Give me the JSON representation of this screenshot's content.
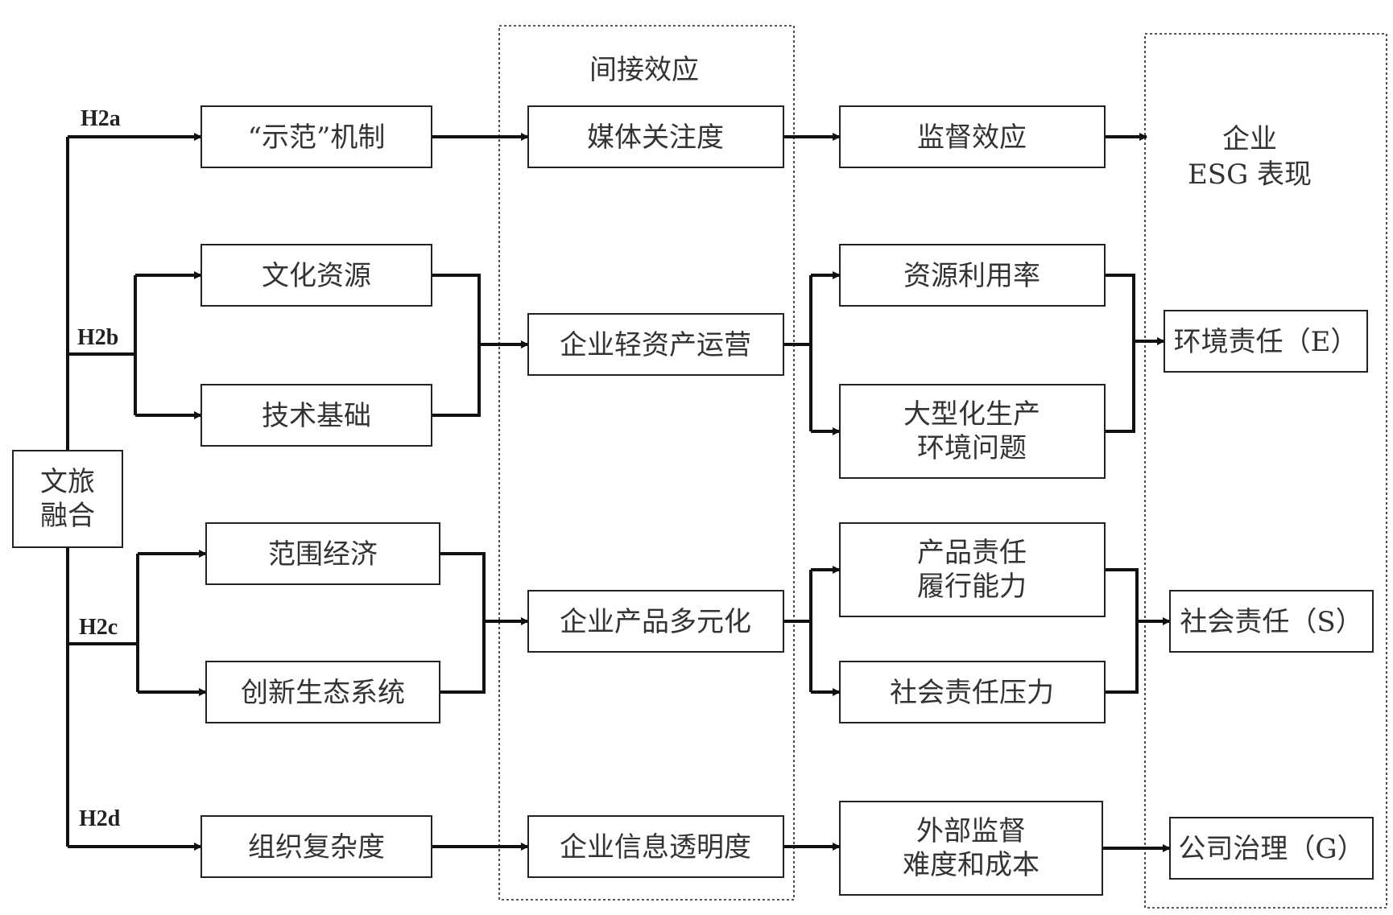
{
  "diagram": {
    "root": [
      "文旅",
      "融合"
    ],
    "hypotheses": {
      "a": "H2a",
      "b": "H2b",
      "c": "H2c",
      "d": "H2d"
    },
    "mechanisms": {
      "demo": "“示范”机制",
      "culture": "文化资源",
      "tech": "技术基础",
      "scope": "范围经济",
      "innovation": "创新生态系统",
      "org": "组织复杂度"
    },
    "indirect_effect": {
      "label": "间接效应",
      "media": "媒体关注度",
      "light_asset": "企业轻资产运营",
      "diversify": "企业产品多元化",
      "transparency": "企业信息透明度"
    },
    "outcomes": {
      "supervision": "监督效应",
      "resource_use": "资源利用率",
      "large_scale": [
        "大型化生产",
        "环境问题"
      ],
      "product_resp": [
        "产品责任",
        "履行能力"
      ],
      "social_pressure": "社会责任压力",
      "external": [
        "外部监督",
        "难度和成本"
      ]
    },
    "esg": {
      "title": [
        "企业",
        "ESG 表现"
      ],
      "env": "环境责任（E）",
      "soc": "社会责任（S）",
      "gov": "公司治理（G）"
    }
  }
}
